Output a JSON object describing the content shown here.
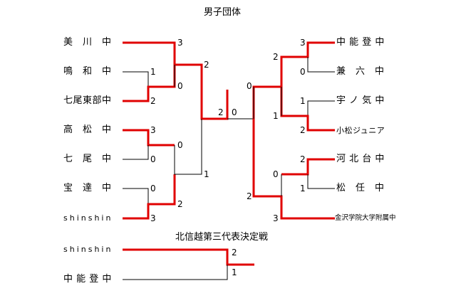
{
  "titles": {
    "main": "男子団体",
    "playoff": "北信越第三代表決定戦"
  },
  "colors": {
    "winner_line": "#e00000",
    "loser_line": "#000000",
    "text": "#000000"
  },
  "left_teams": [
    "美　川　中",
    "鳴　和　中",
    "七尾東部中",
    "高　松　中",
    "七　尾　中",
    "宝　達　中",
    "shinshin"
  ],
  "right_teams": [
    "中 能 登 中",
    "兼　六　中",
    "宇 ノ 気 中",
    "小松ジュニア",
    "河 北 台 中",
    "松　任　中",
    "金沢学院大学附属中"
  ],
  "playoff_teams": [
    "shinshin",
    "中 能 登 中"
  ],
  "scores": {
    "l_miakawa": "3",
    "l_meiwa": "1",
    "l_nanaotobu": "2",
    "l_meiwa_nanao_winner": "0",
    "l_semi_top_winner": "2",
    "l_takamatsu": "3",
    "l_nanao": "0",
    "l_hodatsu": "0",
    "l_shinshin": "3",
    "l_takamatsu_adv": "0",
    "l_shinshin_adv": "2",
    "l_semi_bottom": "1",
    "final_left": "2",
    "final_right": "0",
    "r_nakanoto": "3",
    "r_kenroku": "0",
    "r_adv_top": "2",
    "r_unoke": "1",
    "r_komatsu": "2",
    "r_semi_top_a": "0",
    "r_semi_top_b": "1",
    "r_kahokudai": "2",
    "r_matto": "1",
    "r_kahoku_adv": "0",
    "r_semi_bottom": "2",
    "r_kanazawa": "3",
    "p_shinshin": "2",
    "p_nakanoto": "1"
  }
}
